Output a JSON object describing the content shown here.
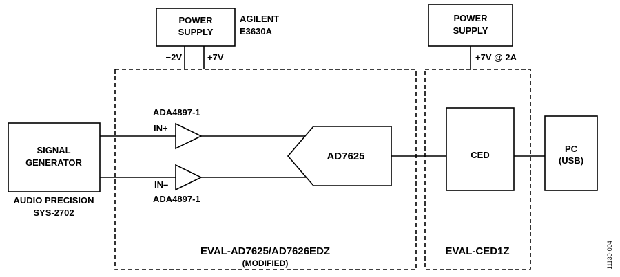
{
  "power_supply_1": {
    "line1": "POWER",
    "line2": "SUPPLY",
    "model_line1": "AGILENT",
    "model_line2": "E3630A",
    "rail_neg": "−2V",
    "rail_pos": "+7V"
  },
  "power_supply_2": {
    "line1": "POWER",
    "line2": "SUPPLY",
    "rail": "+7V @ 2A"
  },
  "signal_generator": {
    "line1": "SIGNAL",
    "line2": "GENERATOR",
    "model_line1": "AUDIO PRECISION",
    "model_line2": "SYS-2702"
  },
  "amp_top": {
    "name": "ADA4897-1",
    "input": "IN+"
  },
  "amp_bottom": {
    "name": "ADA4897-1",
    "input": "IN–"
  },
  "adc": {
    "name": "AD7625"
  },
  "ced": {
    "name": "CED"
  },
  "pc": {
    "line1": "PC",
    "line2": "(USB)"
  },
  "eval_board": {
    "name": "EVAL-AD7625/AD7626EDZ",
    "note": "(MODIFIED)"
  },
  "ced_board": {
    "name": "EVAL-CED1Z"
  },
  "figure_id": "11130-004"
}
